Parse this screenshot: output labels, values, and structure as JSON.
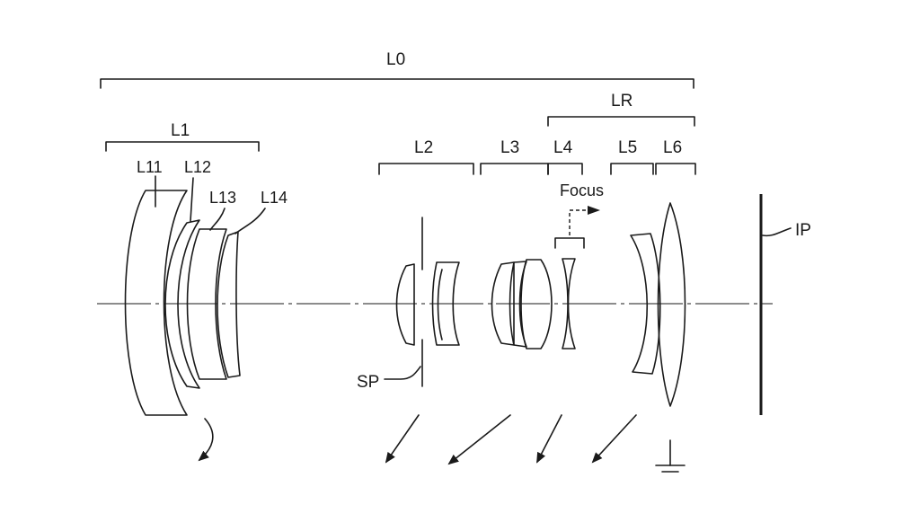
{
  "labels": {
    "l0": "L0",
    "l1": "L1",
    "l11": "L11",
    "l12": "L12",
    "l13": "L13",
    "l14": "L14",
    "l2": "L2",
    "l3": "L3",
    "l4": "L4",
    "l5": "L5",
    "l6": "L6",
    "lr": "LR",
    "focus": "Focus",
    "ip": "IP",
    "sp": "SP"
  },
  "colors": {
    "line": "#1a1a1a",
    "background": "#ffffff"
  }
}
